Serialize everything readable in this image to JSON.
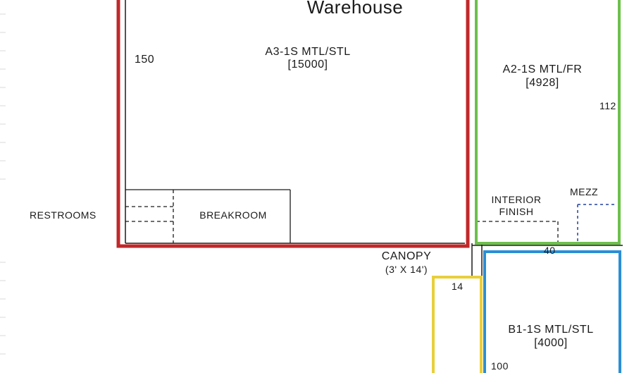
{
  "colors": {
    "warehouse": "#c0282a",
    "a2": "#6cc04a",
    "b1": "#2b8fd6",
    "small": "#e8cf3a",
    "line": "#1a1a1a",
    "mezz": "#2040a0"
  },
  "warehouse": {
    "title": "Warehouse",
    "occupancy": "A3-1S MTL/STL",
    "area": "[15000]",
    "dimension": "150",
    "restrooms": "RESTROOMS",
    "breakroom": "BREAKROOM"
  },
  "a2": {
    "occupancy": "A2-1S MTL/FR",
    "area": "[4928]",
    "dimension": "112",
    "interior_finish_1": "INTERIOR",
    "interior_finish_2": "FINISH",
    "mezz": "MEZZ",
    "partial_dimension": "40"
  },
  "canopy": {
    "label": "CANOPY",
    "size": "(3' X 14')"
  },
  "small_block": {
    "dimension": "14"
  },
  "b1": {
    "occupancy": "B1-1S MTL/STL",
    "area": "[4000]",
    "dimension": "100"
  }
}
